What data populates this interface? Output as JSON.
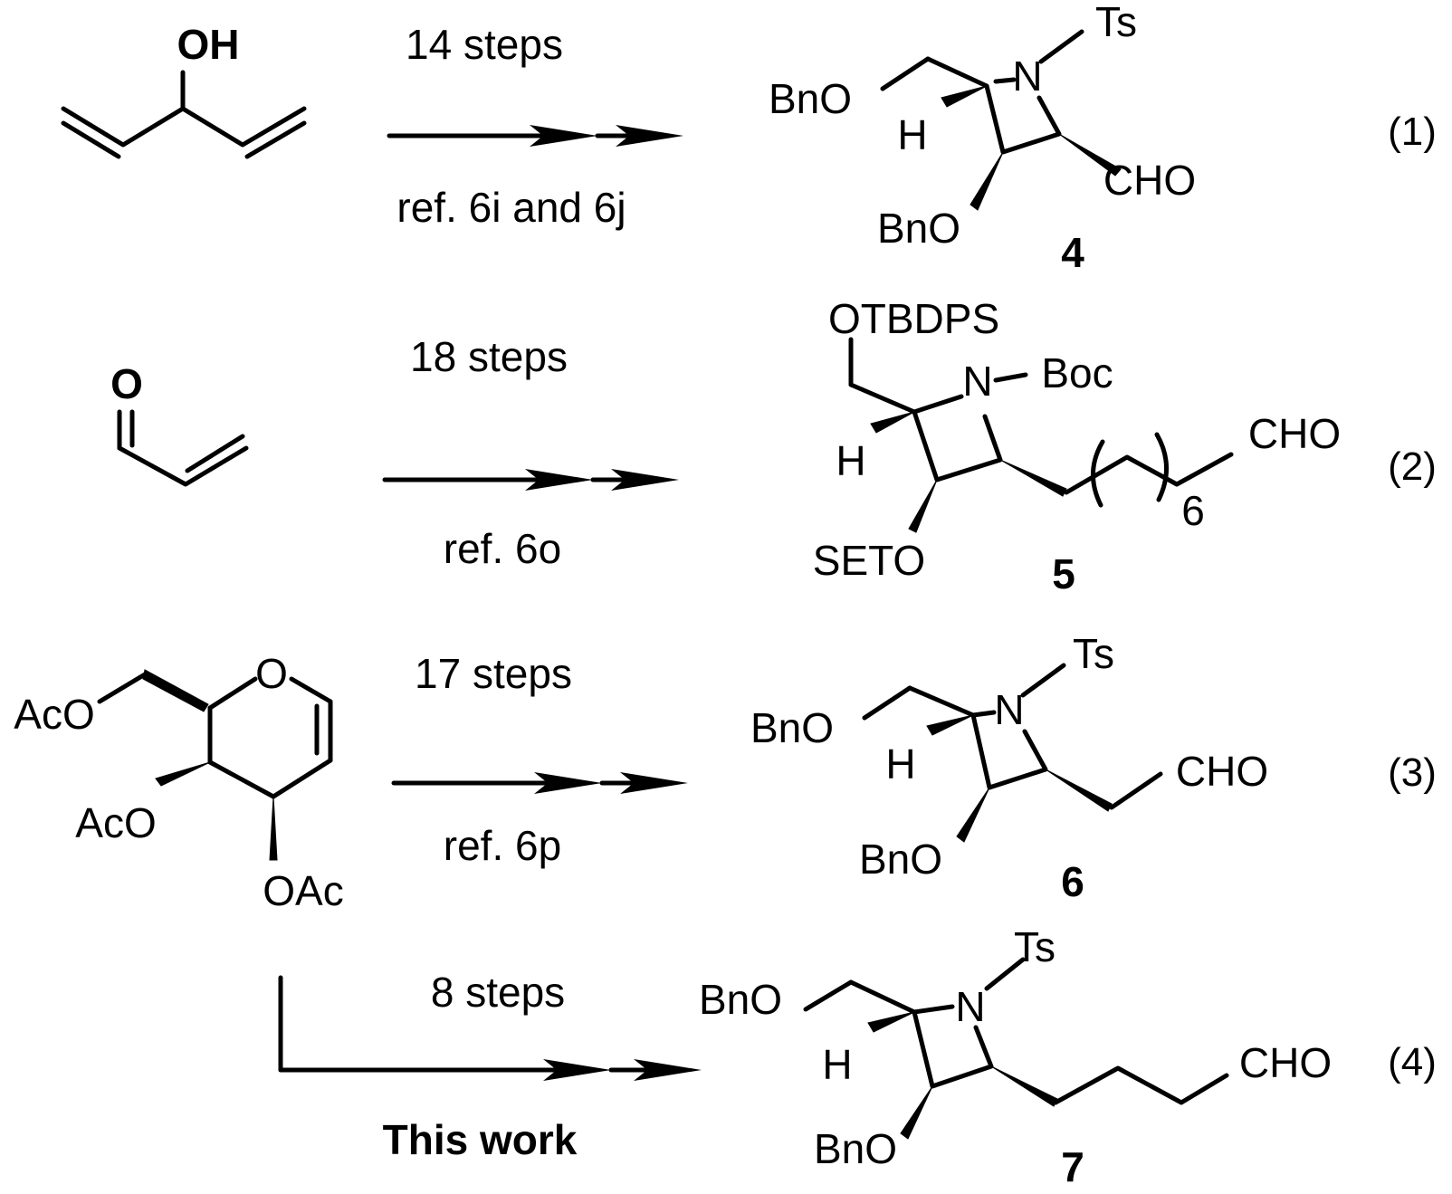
{
  "reactions": [
    {
      "steps": "14 steps",
      "ref": "ref. 6i and 6j",
      "equation": "(1)",
      "start": {
        "oh": "OH"
      },
      "product": {
        "number": "4",
        "ts": "Ts",
        "n": "N",
        "bno_top": "BnO",
        "h": "H",
        "cho": "CHO",
        "bno_bottom": "BnO"
      }
    },
    {
      "steps": "18 steps",
      "ref": "ref. 6o",
      "equation": "(2)",
      "start": {
        "o": "O"
      },
      "product": {
        "number": "5",
        "otbdps": "OTBDPS",
        "n": "N",
        "boc": "Boc",
        "h": "H",
        "cho": "CHO",
        "n_repeat": "6",
        "seto": "SETO"
      }
    },
    {
      "steps": "17 steps",
      "ref": "ref. 6p",
      "equation": "(3)",
      "start": {
        "aco_1": "AcO",
        "o": "O",
        "aco_2": "AcO",
        "oac": "OAc"
      },
      "product": {
        "number": "6",
        "ts": "Ts",
        "n": "N",
        "bno_top": "BnO",
        "h": "H",
        "cho": "CHO",
        "bno_bottom": "BnO"
      }
    },
    {
      "steps": "8 steps",
      "ref": "This work",
      "equation": "(4)",
      "product": {
        "number": "7",
        "ts": "Ts",
        "n": "N",
        "bno_top": "BnO",
        "h": "H",
        "cho": "CHO",
        "bno_bottom": "BnO"
      }
    }
  ]
}
